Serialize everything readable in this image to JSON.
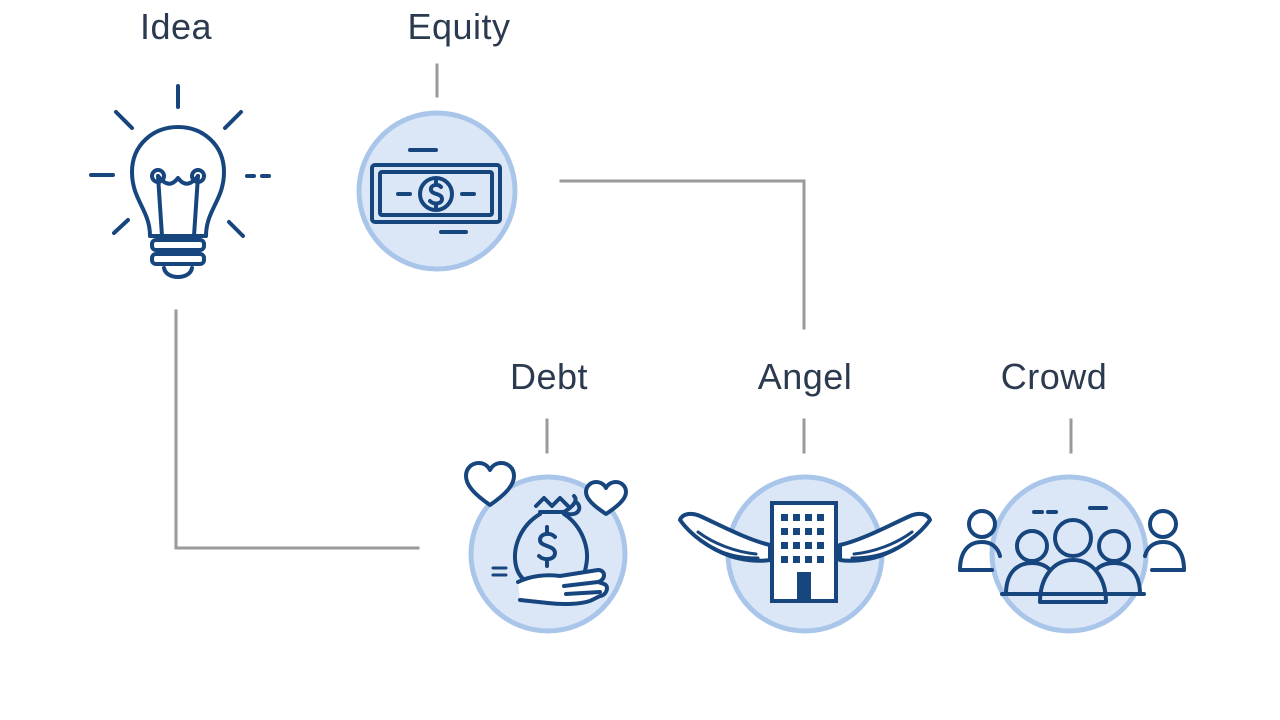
{
  "nodes": {
    "idea": {
      "label": "Idea",
      "icon": "lightbulb-icon"
    },
    "equity": {
      "label": "Equity",
      "icon": "banknote-icon"
    },
    "debt": {
      "label": "Debt",
      "icon": "money-bag-hand-icon"
    },
    "angel": {
      "label": "Angel",
      "icon": "winged-building-icon"
    },
    "crowd": {
      "label": "Crowd",
      "icon": "people-group-icon"
    }
  },
  "colors": {
    "text": "#2b3a4e",
    "icon_stroke": "#17467f",
    "circle_fill": "#dbe7f7",
    "circle_ring": "#a9c6ea",
    "connector": "#9a9a9a"
  }
}
